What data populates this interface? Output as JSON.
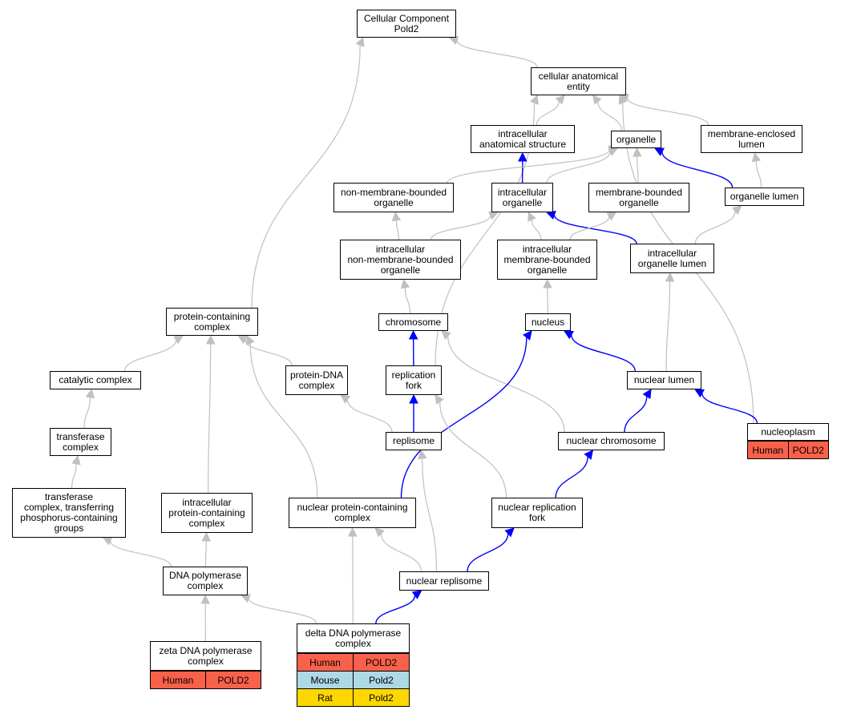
{
  "colors": {
    "blue_edge": "#0000ff",
    "gray_edge": "#c0c0c0",
    "human": "#f9614a",
    "mouse": "#add8e6",
    "rat": "#ffd700"
  },
  "nodes": {
    "cc": [
      "Cellular Component",
      "Pold2"
    ],
    "cae": [
      "cellular anatomical",
      "entity"
    ],
    "ias": [
      "intracellular",
      "anatomical structure"
    ],
    "org": [
      "organelle"
    ],
    "mel": [
      "membrane-enclosed",
      "lumen"
    ],
    "nmbo": [
      "non-membrane-bounded",
      "organelle"
    ],
    "io": [
      "intracellular",
      "organelle"
    ],
    "mbo": [
      "membrane-bounded",
      "organelle"
    ],
    "ol": [
      "organelle lumen"
    ],
    "inmbo": [
      "intracellular",
      "non-membrane-bounded",
      "organelle"
    ],
    "imbo": [
      "intracellular",
      "membrane-bounded",
      "organelle"
    ],
    "iol": [
      "intracellular",
      "organelle lumen"
    ],
    "pcc": [
      "protein-containing",
      "complex"
    ],
    "chr": [
      "chromosome"
    ],
    "nuc": [
      "nucleus"
    ],
    "cat": [
      "catalytic complex"
    ],
    "pdna": [
      "protein-DNA",
      "complex"
    ],
    "rf": [
      "replication",
      "fork"
    ],
    "nl": [
      "nuclear lumen"
    ],
    "tc": [
      "transferase",
      "complex"
    ],
    "rep": [
      "replisome"
    ],
    "nchr": [
      "nuclear chromosome"
    ],
    "np": [
      "nucleoplasm"
    ],
    "tcp": [
      "transferase",
      "complex, transferring",
      "phosphorus-containing",
      "groups"
    ],
    "ipcc": [
      "intracellular",
      "protein-containing",
      "complex"
    ],
    "npcc": [
      "nuclear protein-containing",
      "complex"
    ],
    "nrf": [
      "nuclear replication",
      "fork"
    ],
    "dpc": [
      "DNA polymerase",
      "complex"
    ],
    "nrep": [
      "nuclear replisome"
    ],
    "zdpc": [
      "zeta DNA polymerase",
      "complex"
    ],
    "ddpc": [
      "delta DNA polymerase",
      "complex"
    ]
  },
  "genes": {
    "np": [
      {
        "species": "Human",
        "gene": "POLD2"
      }
    ],
    "zdpc": [
      {
        "species": "Human",
        "gene": "POLD2"
      }
    ],
    "ddpc": [
      {
        "species": "Human",
        "gene": "POLD2"
      },
      {
        "species": "Mouse",
        "gene": "Pold2"
      },
      {
        "species": "Rat",
        "gene": "Pold2"
      }
    ]
  },
  "edges": [
    {
      "from": "cae",
      "to": "cc",
      "color": "gray"
    },
    {
      "from": "pcc",
      "to": "cc",
      "color": "gray"
    },
    {
      "from": "ias",
      "to": "cae",
      "color": "gray"
    },
    {
      "from": "org",
      "to": "cae",
      "color": "gray"
    },
    {
      "from": "mel",
      "to": "cae",
      "color": "gray"
    },
    {
      "from": "np",
      "to": "cae",
      "color": "gray"
    },
    {
      "from": "rf",
      "to": "cae",
      "color": "gray"
    },
    {
      "from": "io",
      "to": "ias",
      "color": "blue"
    },
    {
      "from": "nmbo",
      "to": "org",
      "color": "gray"
    },
    {
      "from": "io",
      "to": "org",
      "color": "gray"
    },
    {
      "from": "mbo",
      "to": "org",
      "color": "gray"
    },
    {
      "from": "ol",
      "to": "org",
      "color": "blue"
    },
    {
      "from": "ol",
      "to": "mel",
      "color": "gray"
    },
    {
      "from": "inmbo",
      "to": "nmbo",
      "color": "gray"
    },
    {
      "from": "inmbo",
      "to": "io",
      "color": "gray"
    },
    {
      "from": "imbo",
      "to": "io",
      "color": "gray"
    },
    {
      "from": "iol",
      "to": "io",
      "color": "blue"
    },
    {
      "from": "imbo",
      "to": "mbo",
      "color": "gray"
    },
    {
      "from": "iol",
      "to": "ol",
      "color": "gray"
    },
    {
      "from": "chr",
      "to": "inmbo",
      "color": "gray"
    },
    {
      "from": "nuc",
      "to": "imbo",
      "color": "gray"
    },
    {
      "from": "nl",
      "to": "iol",
      "color": "gray"
    },
    {
      "from": "cat",
      "to": "pcc",
      "color": "gray"
    },
    {
      "from": "pdna",
      "to": "pcc",
      "color": "gray"
    },
    {
      "from": "ipcc",
      "to": "pcc",
      "color": "gray"
    },
    {
      "from": "npcc",
      "to": "pcc",
      "color": "gray"
    },
    {
      "from": "rf",
      "to": "chr",
      "color": "blue"
    },
    {
      "from": "nchr",
      "to": "chr",
      "color": "gray"
    },
    {
      "from": "nl",
      "to": "nuc",
      "color": "blue"
    },
    {
      "from": "npcc",
      "to": "nuc",
      "color": "blue"
    },
    {
      "from": "tc",
      "to": "cat",
      "color": "gray"
    },
    {
      "from": "rep",
      "to": "pdna",
      "color": "gray"
    },
    {
      "from": "rep",
      "to": "rf",
      "color": "blue"
    },
    {
      "from": "nrf",
      "to": "rf",
      "color": "gray"
    },
    {
      "from": "nchr",
      "to": "nl",
      "color": "blue"
    },
    {
      "from": "np",
      "to": "nl",
      "color": "blue"
    },
    {
      "from": "tcp",
      "to": "tc",
      "color": "gray"
    },
    {
      "from": "nrep",
      "to": "rep",
      "color": "gray"
    },
    {
      "from": "nrf",
      "to": "nchr",
      "color": "blue"
    },
    {
      "from": "dpc",
      "to": "tcp",
      "color": "gray"
    },
    {
      "from": "dpc",
      "to": "ipcc",
      "color": "gray"
    },
    {
      "from": "nrep",
      "to": "npcc",
      "color": "gray"
    },
    {
      "from": "ddpc",
      "to": "npcc",
      "color": "gray"
    },
    {
      "from": "nrep",
      "to": "nrf",
      "color": "blue"
    },
    {
      "from": "zdpc",
      "to": "dpc",
      "color": "gray"
    },
    {
      "from": "ddpc",
      "to": "dpc",
      "color": "gray"
    },
    {
      "from": "ddpc",
      "to": "nrep",
      "color": "blue"
    }
  ]
}
